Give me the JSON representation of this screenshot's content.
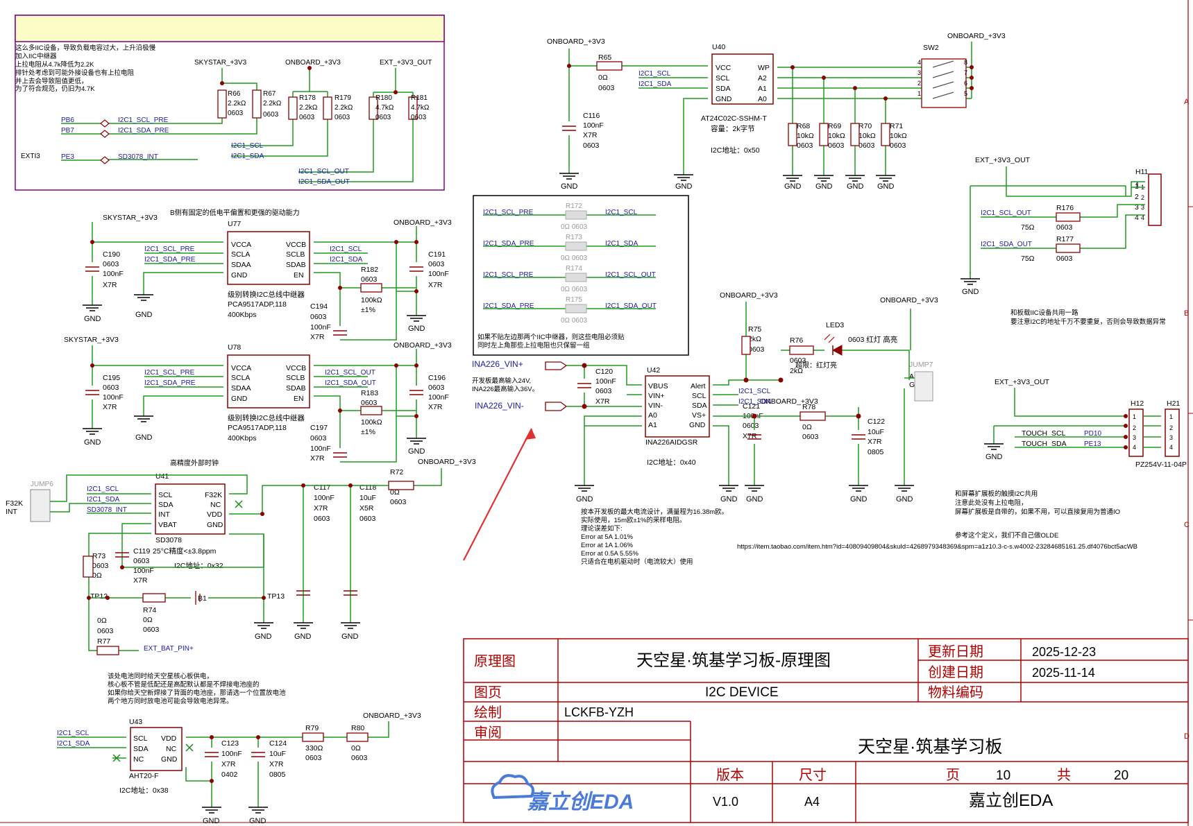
{
  "notes": {
    "iic_box": [
      "这么多IIC设备，导致负载电容过大，上升沿极慢",
      "加入IIC中继器",
      "上拉电阻从4.7k降低为2.2K",
      "排针处考虑到可能外接设备也有上拉电阻",
      "并上去会导致阻值更低，",
      "为了符合规范，仍旧为4.7K"
    ],
    "b_side": "B侧有固定的低电平偏置和更强的驱动能力",
    "rtc": "高精度外部时钟",
    "battery": [
      "该处电池同时给天空星核心板供电，",
      "核心板不管是低配还是高配默认都是不焊接电池座的",
      "如果你给天空新焊接了背面的电池座，那请选一个位置放电池",
      "两个地方同时放电池可能会导致电池异常。"
    ],
    "jumper_box": [
      "如果不贴左边那两个IIC中继器，则这些电阻必须贴",
      "同时左上角那些上拉电阻也只保留一组"
    ],
    "ext_header": [
      "和板载IIC设备共用一路",
      "要注意I2C的地址千万不要重复，否则会导致数据异常"
    ],
    "ina226": [
      "按本开发板的最大电流设计，满量程为16.38m欧。",
      "实际使用，15m欧±1%的采样电阻。",
      "理论误差如下:",
      "Error at 5A 1.01%",
      "Error at 1A 1.06%",
      "Error at 0.5A 5.55%",
      " 只适合在电机驱动时（电流较大）使用"
    ],
    "touch": [
      "和屏幕扩展板的触摸I2C共用",
      "注意此处没有上拉电阻，",
      "屏幕扩展板是自带的，如果不用，可以直接复用为普通IO"
    ],
    "olde": "参考这个定义，我们不自己做OLDE",
    "url": "https://item.taobao.com/item.htm?id=40809409804&skuId=4268979348369&spm=a1z10.3-c-s.w4002-23284685161.25.df4076bct5acWB",
    "ina_vin": [
      "开发板最高输入24V,",
      "INA226最高输入36V。"
    ],
    "led": "超限：红灯亮"
  },
  "title_block": {
    "label_schematic": "原理图",
    "title": "天空星·筑基学习板-原理图",
    "label_update": "更新日期",
    "update_date": "2025-12-23",
    "label_create": "创建日期",
    "create_date": "2025-11-14",
    "label_page": "图页",
    "page_name": "I2C DEVICE",
    "label_material": "物料编码",
    "label_drawn": "绘制",
    "drawn_by": "LCKFB-YZH",
    "label_review": "审阅",
    "board": "天空星·筑基学习板",
    "label_version": "版本",
    "label_size": "尺寸",
    "label_pg": "页",
    "page_no": "10",
    "label_total": "共",
    "total": "20",
    "version": "V1.0",
    "size": "A4",
    "company": "嘉立创EDA",
    "logo": "嘉立创EDA"
  },
  "border_letters": [
    "A",
    "B",
    "C",
    "D"
  ],
  "colors": {
    "wire": "#1f9a1f",
    "part": "#8b0000",
    "net": "#1a1aaa",
    "text": "#000000",
    "title_border": "#b00000",
    "purple": "#800080"
  }
}
